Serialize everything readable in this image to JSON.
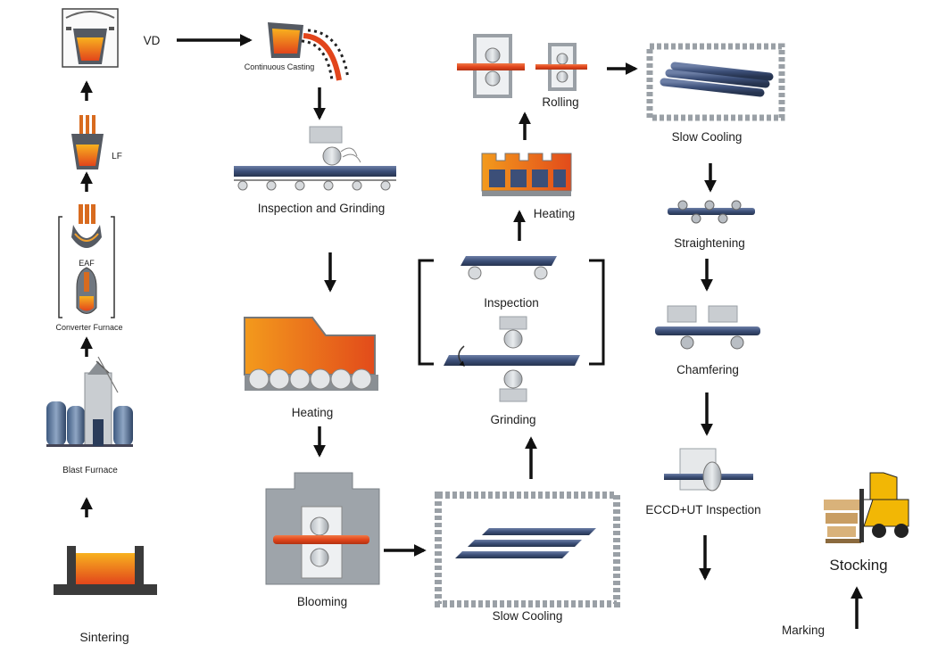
{
  "labels": {
    "vd": "VD",
    "continuous_casting": "Continuous Casting",
    "lf": "LF",
    "eaf": "EAF",
    "converter_furnace": "Converter Furnace",
    "blast_furnace": "Blast Furnace",
    "sintering": "Sintering",
    "inspection_grinding": "Inspection and Grinding",
    "heating_1": "Heating",
    "blooming": "Blooming",
    "slow_cooling_1": "Slow Cooling",
    "grinding": "Grinding",
    "inspection": "Inspection",
    "heating_2": "Heating",
    "rolling": "Rolling",
    "slow_cooling_2": "Slow Cooling",
    "straightening": "Straightening",
    "chamfering": "Chamfering",
    "eccd_ut": "ECCD+UT Inspection",
    "marking": "Marking",
    "stocking": "Stocking"
  },
  "colors": {
    "steel_orange": "#e8561e",
    "molten_yellow": "#f7a21b",
    "steel_blue": "#3c4f78",
    "roller_gray": "#c9cdd1",
    "frame_gray": "#8a8f94",
    "arrow": "#111111",
    "forklift_yellow": "#f2b705"
  }
}
